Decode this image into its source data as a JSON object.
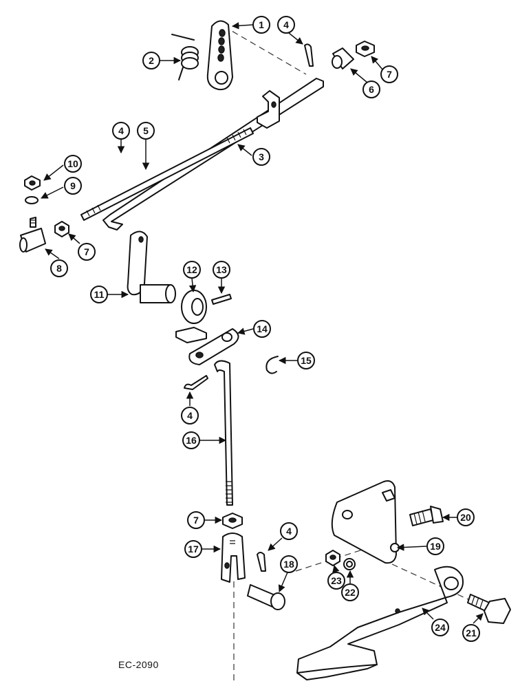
{
  "drawing_code": "EC-2090",
  "callouts": [
    "1",
    "2",
    "4",
    "7",
    "6",
    "3",
    "5",
    "4",
    "10",
    "9",
    "7",
    "8",
    "11",
    "12",
    "13",
    "14",
    "15",
    "4",
    "16",
    "7",
    "17",
    "4",
    "18",
    "20",
    "19",
    "23",
    "22",
    "24",
    "21"
  ],
  "colors": {
    "ink": "#111111",
    "paper": "#ffffff"
  }
}
